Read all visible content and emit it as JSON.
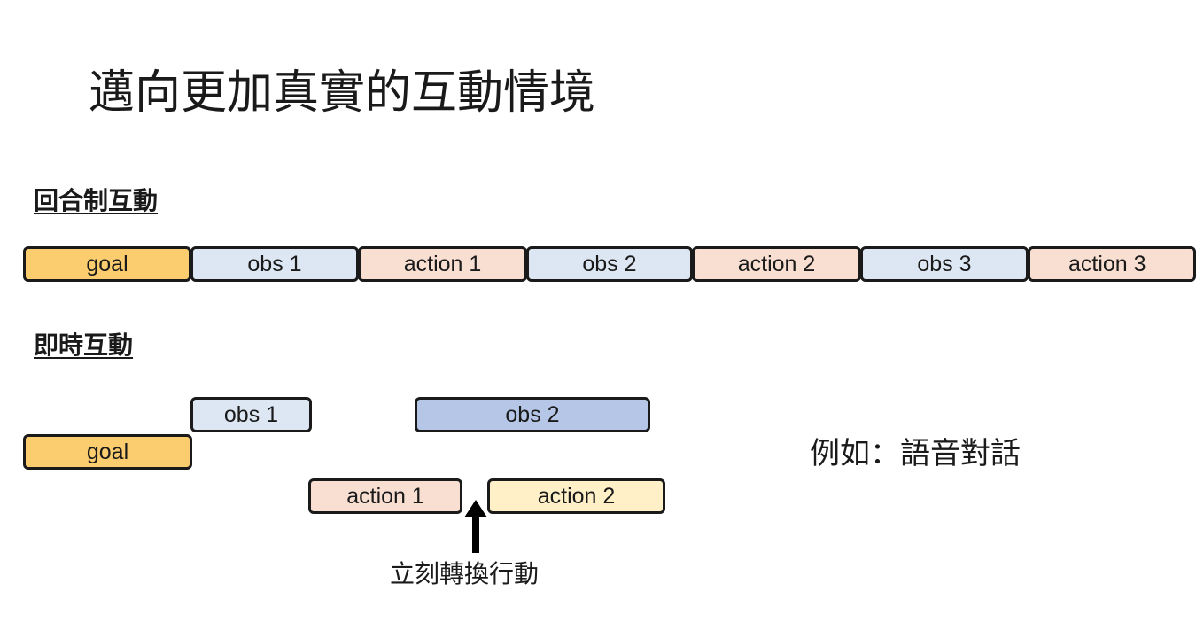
{
  "slide": {
    "title": "邁向更加真實的互動情境",
    "turn_based": {
      "label": "回合制互動",
      "blocks": [
        "goal",
        "obs 1",
        "action 1",
        "obs 2",
        "action 2",
        "obs 3",
        "action 3"
      ]
    },
    "realtime": {
      "label": "即時互動",
      "blocks": {
        "goal": "goal",
        "obs1": "obs 1",
        "obs2": "obs 2",
        "action1": "action 1",
        "action2": "action 2"
      },
      "arrow_caption": "立刻轉換行動"
    },
    "example_note": "例如：語音對話"
  },
  "colors": {
    "goal": "#fbcd6f",
    "obs": "#dde7f3",
    "action": "#f9dfd2",
    "obs_highlight": "#b5c6e7",
    "action_alt": "#fff0c8",
    "border": "#1a1a1a"
  }
}
